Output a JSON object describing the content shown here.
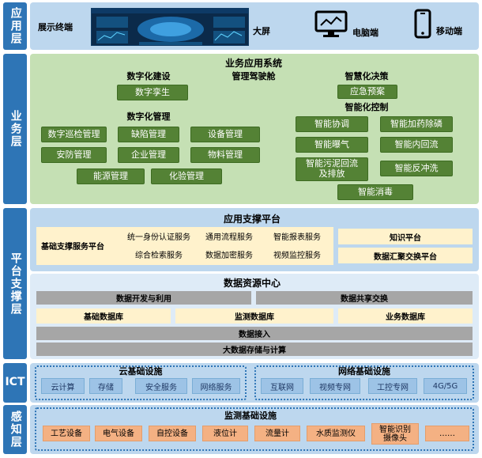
{
  "layers": {
    "app": "应用层",
    "biz": "业务层",
    "platform": "平台支撑层",
    "ict": "ICT",
    "sense": "感知层"
  },
  "app_layer": {
    "display_terminal": "展示终端",
    "big_screen": "大屏",
    "pc": "电脑端",
    "mobile": "移动端"
  },
  "biz_layer": {
    "system_title": "业务应用系统",
    "cockpit": "管理驾驶舱",
    "digital_construction": "数字化建设",
    "digital_twin": "数字孪生",
    "digital_mgmt": "数字化管理",
    "mgmt_items": [
      "数字巡检管理",
      "缺陷管理",
      "设备管理",
      "安防管理",
      "企业管理",
      "物料管理",
      "能源管理",
      "化验管理"
    ],
    "smart_decision": "智慧化决策",
    "emergency_plan": "应急预案",
    "smart_control": "智能化控制",
    "control_items": [
      "智能协调",
      "智能加药除磷",
      "智能曝气",
      "智能内回流",
      "智能污泥回流及排放",
      "智能反冲洗",
      "智能消毒"
    ]
  },
  "platform_layer": {
    "app_support": "应用支撑平台",
    "basic_support": "基础支撑服务平台",
    "services": [
      "统一身份认证服务",
      "通用流程服务",
      "智能报表服务",
      "综合检索服务",
      "数据加密服务",
      "视频监控服务"
    ],
    "knowledge": "知识平台",
    "data_exchange_platform": "数据汇聚交换平台",
    "data_center": "数据资源中心",
    "data_dev": "数据开发与利用",
    "data_share": "数据共享交换",
    "databases": [
      "基础数据库",
      "监测数据库",
      "业务数据库"
    ],
    "data_access": "数据接入",
    "bigdata": "大数据存储与计算"
  },
  "ict_layer": {
    "cloud": "云基础设施",
    "cloud_items": [
      "云计算",
      "存储",
      "安全服务",
      "网络服务"
    ],
    "network": "网络基础设施",
    "network_items": [
      "互联网",
      "视频专网",
      "工控专网",
      "4G/5G"
    ]
  },
  "sense_layer": {
    "title": "监测基础设施",
    "items": [
      "工艺设备",
      "电气设备",
      "自控设备",
      "液位计",
      "流量计",
      "水质监测仪",
      "智能识别摄像头",
      "……"
    ]
  },
  "colors": {
    "layer_label": "#2e75b6",
    "green_band": "#c5e0b4",
    "green_box": "#548235",
    "blue_band": "#bdd7ee",
    "yellow": "#fff2cc",
    "gray": "#a6a6a6",
    "light_blue_box": "#9dc3e6",
    "orange": "#f4b183"
  }
}
